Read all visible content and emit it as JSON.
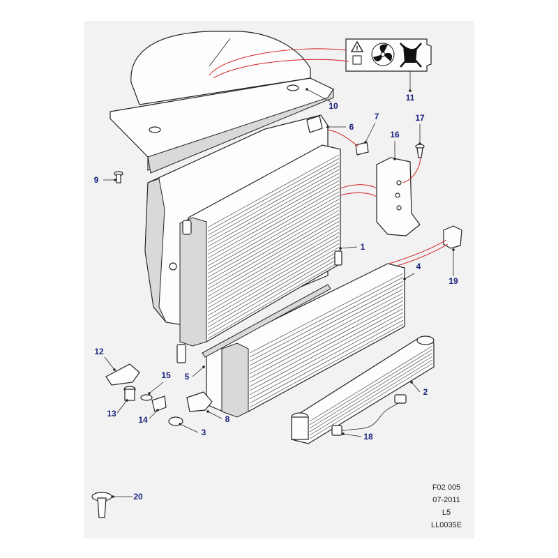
{
  "diagram": {
    "background": "#f2f2f2",
    "callout_color": "#1a237e",
    "link_color": "#d32020",
    "callouts": [
      {
        "id": "1",
        "label": "1"
      },
      {
        "id": "2",
        "label": "2"
      },
      {
        "id": "3",
        "label": "3"
      },
      {
        "id": "4",
        "label": "4"
      },
      {
        "id": "5",
        "label": "5"
      },
      {
        "id": "6",
        "label": "6"
      },
      {
        "id": "7",
        "label": "7"
      },
      {
        "id": "8",
        "label": "8"
      },
      {
        "id": "9",
        "label": "9"
      },
      {
        "id": "10",
        "label": "10"
      },
      {
        "id": "11",
        "label": "11"
      },
      {
        "id": "12",
        "label": "12"
      },
      {
        "id": "13",
        "label": "13"
      },
      {
        "id": "14",
        "label": "14"
      },
      {
        "id": "15",
        "label": "15"
      },
      {
        "id": "16",
        "label": "16"
      },
      {
        "id": "17",
        "label": "17"
      },
      {
        "id": "18",
        "label": "18"
      },
      {
        "id": "19",
        "label": "19"
      },
      {
        "id": "20",
        "label": "20"
      }
    ],
    "warning_label_icons": [
      "warning-triangle-icon",
      "fan-icon",
      "no-hand-icon"
    ],
    "reference_block": {
      "figure": "F02 005",
      "date": "07-2011",
      "model": "L5",
      "code": "LL0035E"
    }
  }
}
